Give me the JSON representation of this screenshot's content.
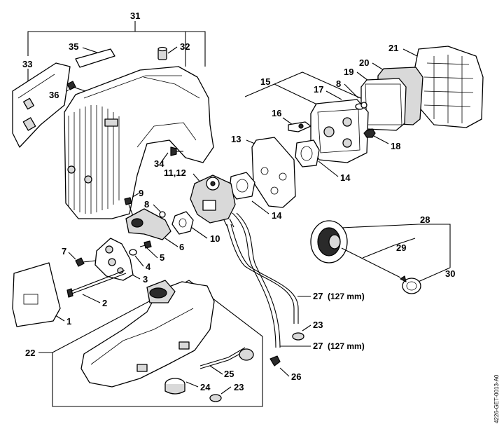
{
  "labels": {
    "l31": "31",
    "l32": "32",
    "l33": "33",
    "l34": "34",
    "l35": "35",
    "l36": "36",
    "l21": "21",
    "l20": "20",
    "l19": "19",
    "l15": "15",
    "l17": "17",
    "l8a": "8",
    "l16": "16",
    "l18": "18",
    "l13": "13",
    "l11_12": "11,12",
    "l14a": "14",
    "l14b": "14",
    "l9": "9",
    "l8b": "8",
    "l6": "6",
    "l10": "10",
    "l7": "7",
    "l5": "5",
    "l4": "4",
    "l3": "3",
    "l2": "2",
    "l1": "1",
    "l22": "22",
    "l28": "28",
    "l29": "29",
    "l30": "30",
    "l27a": "27",
    "l27a_len": "(127 mm)",
    "l23a": "23",
    "l27b": "27",
    "l27b_len": "(127 mm)",
    "l26": "26",
    "l25": "25",
    "l24": "24",
    "l23b": "23"
  },
  "reference_code": "4226-GET-0013-A0"
}
